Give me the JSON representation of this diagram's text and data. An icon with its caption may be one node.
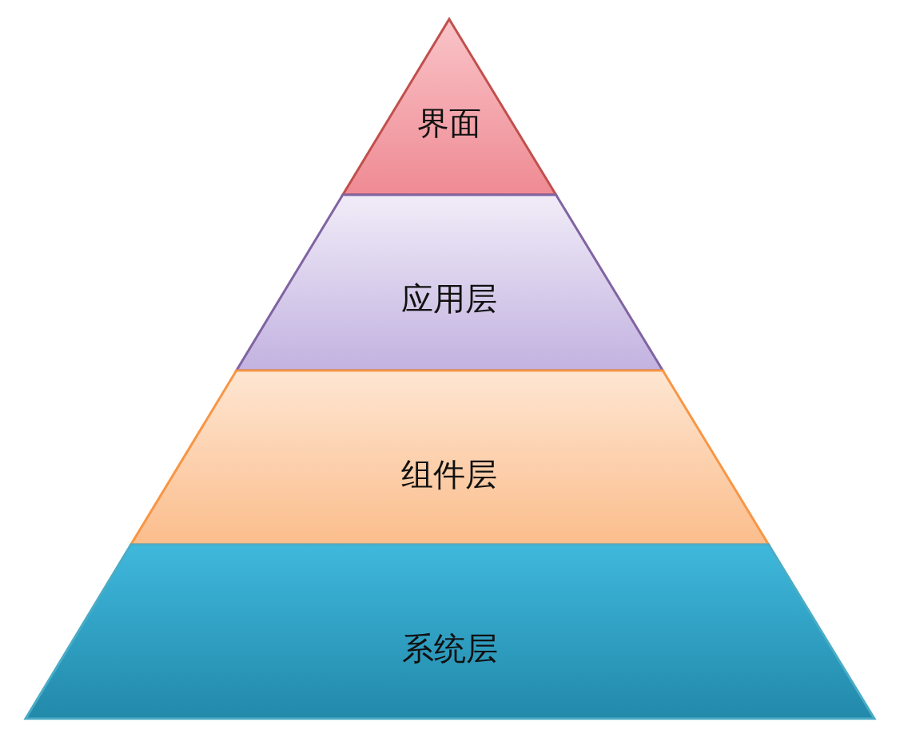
{
  "diagram": {
    "nodes": [
      {
        "text": [
          "界面"
        ]
      },
      {
        "text": [
          "应用层"
        ]
      },
      {
        "text": [
          "组件层"
        ]
      },
      {
        "text": [
          "系统层"
        ]
      }
    ]
  }
}
